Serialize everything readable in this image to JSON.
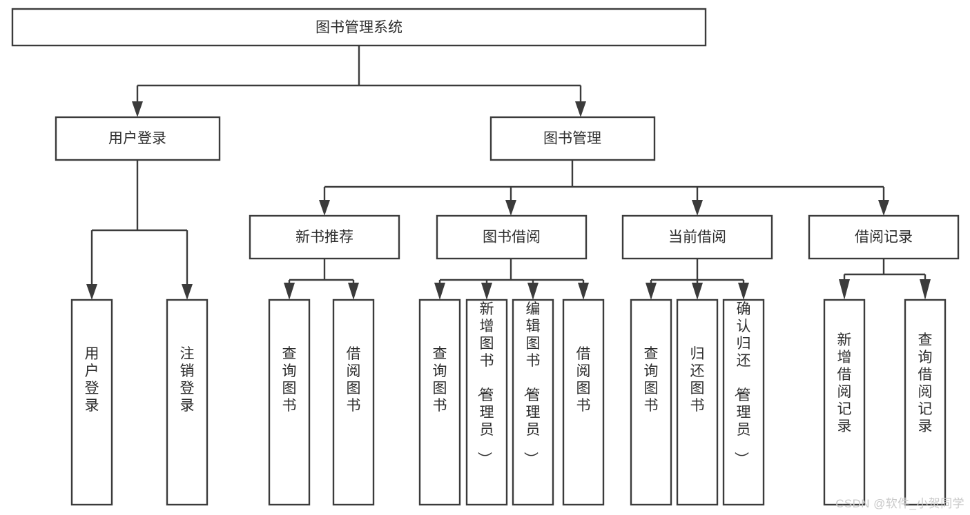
{
  "diagram": {
    "type": "hierarchy-tree",
    "title": "图书管理系统",
    "watermark": "CSDN @软件_小贺同学",
    "colors": {
      "stroke": "#3b3b3b",
      "box_fill": "#ffffff",
      "text": "#2e2e2e",
      "background": "#ffffff",
      "watermark": "#c9c9c9"
    },
    "levels": {
      "root": {
        "label": "图书管理系统"
      },
      "level2": [
        {
          "label": "用户登录"
        },
        {
          "label": "图书管理"
        }
      ],
      "level3": [
        {
          "label": "新书推荐"
        },
        {
          "label": "图书借阅"
        },
        {
          "label": "当前借阅"
        },
        {
          "label": "借阅记录"
        }
      ],
      "leaves": [
        {
          "label": "用户登录",
          "parent": "用户登录"
        },
        {
          "label": "注销登录",
          "parent": "用户登录"
        },
        {
          "label": "查询图书",
          "parent": "新书推荐"
        },
        {
          "label": "借阅图书",
          "parent": "新书推荐"
        },
        {
          "label": "查询图书",
          "parent": "图书借阅"
        },
        {
          "label": "新增图书（管理员）",
          "parent": "图书借阅"
        },
        {
          "label": "编辑图书（管理员）",
          "parent": "图书借阅"
        },
        {
          "label": "借阅图书",
          "parent": "图书借阅"
        },
        {
          "label": "查询图书",
          "parent": "当前借阅"
        },
        {
          "label": "归还图书",
          "parent": "当前借阅"
        },
        {
          "label": "确认归还（管理员）",
          "parent": "当前借阅"
        },
        {
          "label": "新增借阅记录",
          "parent": "借阅记录"
        },
        {
          "label": "查询借阅记录",
          "parent": "借阅记录"
        }
      ]
    }
  }
}
